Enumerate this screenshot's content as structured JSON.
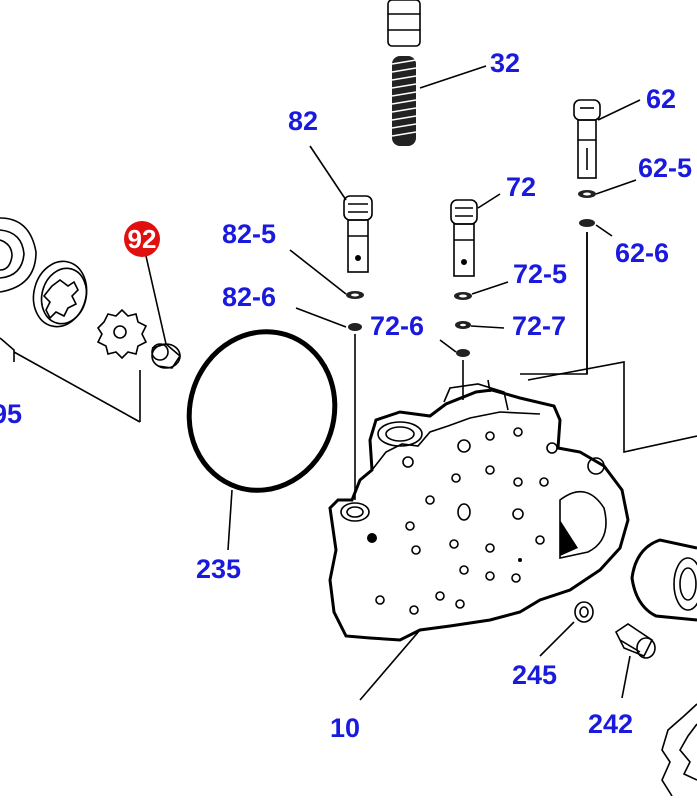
{
  "colors": {
    "label": "#1a1adf",
    "highlight": "#e01010",
    "line": "#000000",
    "background": "#ffffff"
  },
  "labels": {
    "l32": "32",
    "l62": "62",
    "l62_5": "62-5",
    "l62_6": "62-6",
    "l82": "82",
    "l82_5": "82-5",
    "l82_6": "82-6",
    "l72": "72",
    "l72_5": "72-5",
    "l72_6": "72-6",
    "l72_7": "72-7",
    "l95": "95",
    "l235": "235",
    "l10": "10",
    "l245": "245",
    "l242": "242"
  },
  "highlighted_label": "92"
}
